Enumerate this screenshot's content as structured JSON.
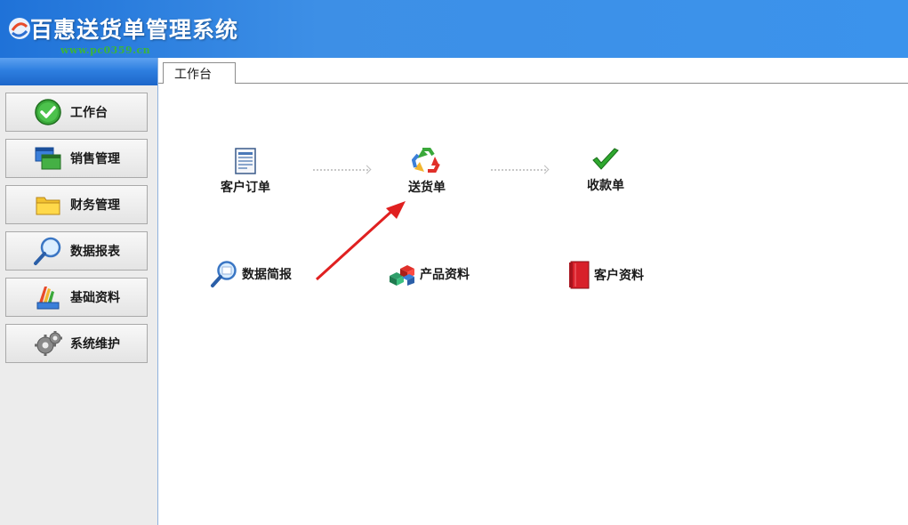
{
  "app": {
    "title": "百惠送货单管理系统",
    "watermark": "www.pc0359.cn"
  },
  "sidebar": {
    "items": [
      {
        "label": "工作台",
        "icon": "check-circle-icon"
      },
      {
        "label": "销售管理",
        "icon": "windows-icon"
      },
      {
        "label": "财务管理",
        "icon": "folder-icon"
      },
      {
        "label": "数据报表",
        "icon": "magnifier-icon"
      },
      {
        "label": "基础资料",
        "icon": "palette-icon"
      },
      {
        "label": "系统维护",
        "icon": "gear-icon"
      }
    ]
  },
  "tabs": [
    {
      "label": "工作台"
    }
  ],
  "workbench": {
    "flow": [
      {
        "label": "客户订单",
        "icon": "document-icon"
      },
      {
        "label": "送货单",
        "icon": "recycle-arrows-icon"
      },
      {
        "label": "收款单",
        "icon": "checkmark-icon"
      }
    ],
    "shortcuts": [
      {
        "label": "数据简报",
        "icon": "magnifier-icon"
      },
      {
        "label": "产品资料",
        "icon": "cubes-icon"
      },
      {
        "label": "客户资料",
        "icon": "red-book-icon"
      }
    ]
  },
  "colors": {
    "titlebar": "#2f86e6",
    "accent_arrow": "#e02020"
  }
}
